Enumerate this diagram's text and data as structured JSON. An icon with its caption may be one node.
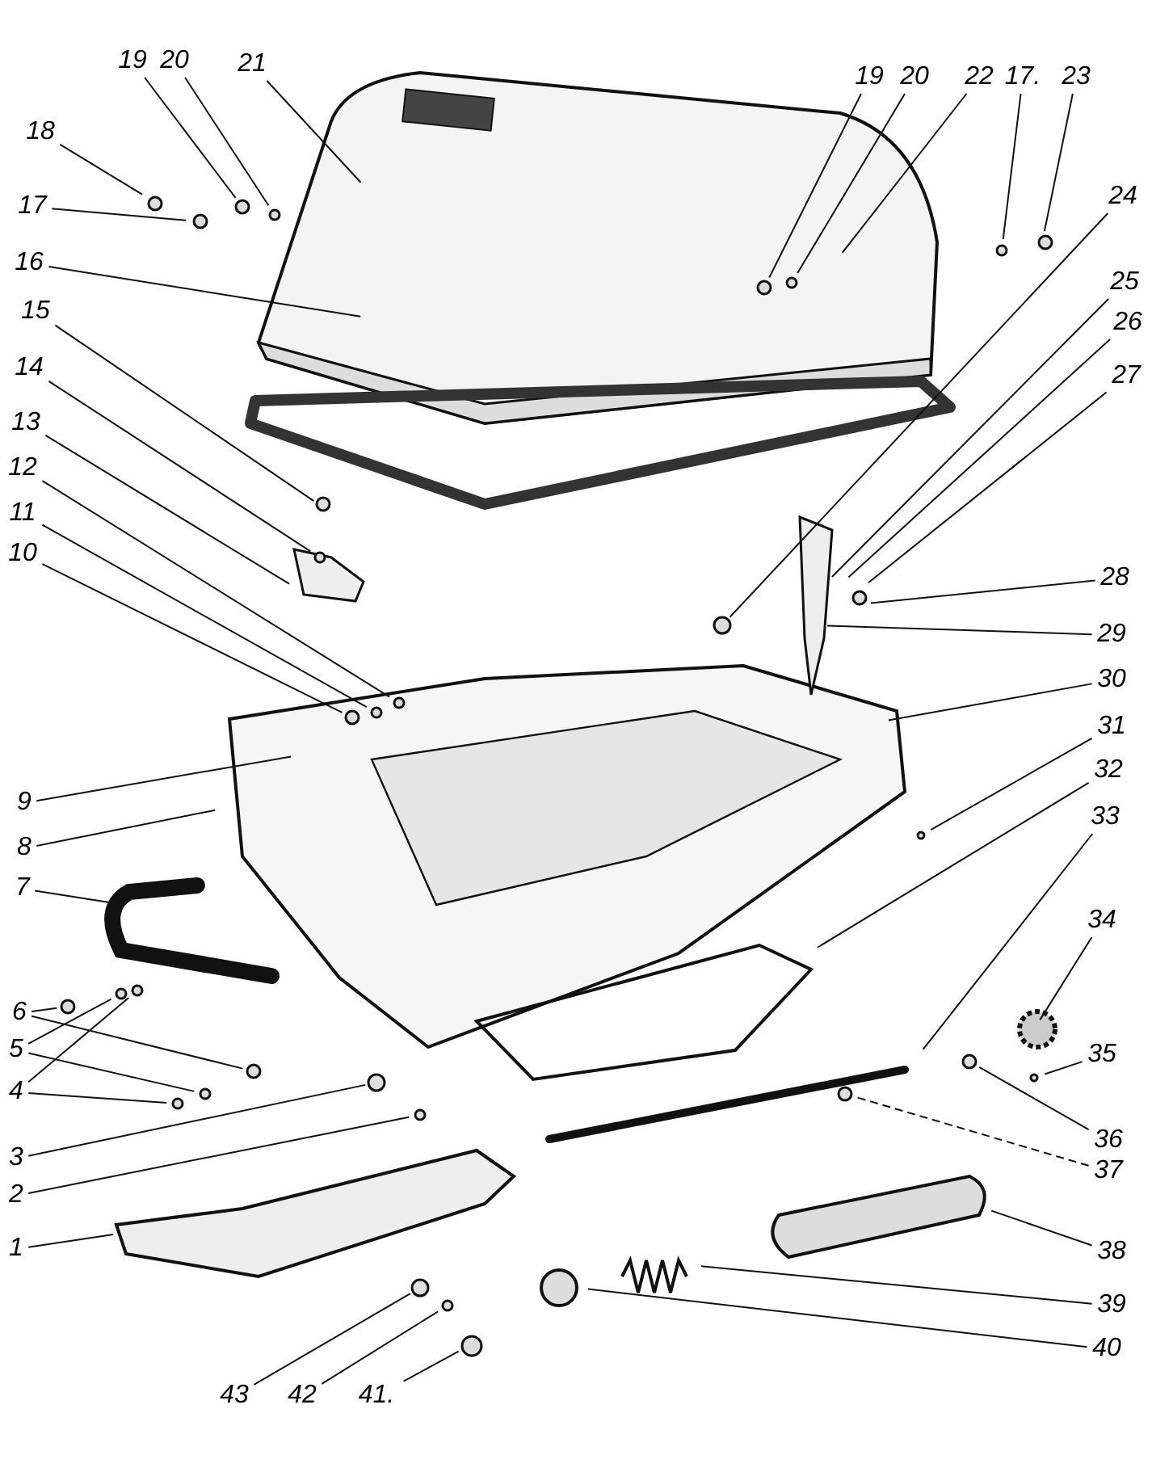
{
  "diagram": {
    "nodes": [
      {
        "text": [
          "19"
        ]
      },
      {
        "text": [
          "20"
        ]
      },
      {
        "text": [
          "21"
        ]
      },
      {
        "text": [
          "19"
        ]
      },
      {
        "text": [
          "20"
        ]
      },
      {
        "text": [
          "22"
        ]
      },
      {
        "text": [
          "17."
        ]
      },
      {
        "text": [
          "23"
        ]
      },
      {
        "text": [
          "18"
        ]
      },
      {
        "text": [
          "17"
        ]
      },
      {
        "text": [
          "24"
        ]
      },
      {
        "text": [
          "16"
        ]
      },
      {
        "text": [
          "25"
        ]
      },
      {
        "text": [
          "26"
        ]
      },
      {
        "text": [
          "15"
        ]
      },
      {
        "text": [
          "14"
        ]
      },
      {
        "text": [
          "27"
        ]
      },
      {
        "text": [
          "13"
        ]
      },
      {
        "text": [
          "12"
        ]
      },
      {
        "text": [
          "11"
        ]
      },
      {
        "text": [
          "10"
        ]
      },
      {
        "text": [
          "28"
        ]
      },
      {
        "text": [
          "29"
        ]
      },
      {
        "text": [
          "30"
        ]
      },
      {
        "text": [
          "31"
        ]
      },
      {
        "text": [
          "32"
        ]
      },
      {
        "text": [
          "9"
        ]
      },
      {
        "text": [
          "33"
        ]
      },
      {
        "text": [
          "8"
        ]
      },
      {
        "text": [
          "7"
        ]
      },
      {
        "text": [
          "34"
        ]
      },
      {
        "text": [
          "6"
        ]
      },
      {
        "text": [
          "5"
        ]
      },
      {
        "text": [
          "35"
        ]
      },
      {
        "text": [
          "4"
        ]
      },
      {
        "text": [
          "36"
        ]
      },
      {
        "text": [
          "37"
        ]
      },
      {
        "text": [
          "3"
        ]
      },
      {
        "text": [
          "2"
        ]
      },
      {
        "text": [
          "1"
        ]
      },
      {
        "text": [
          "38"
        ]
      },
      {
        "text": [
          "39"
        ]
      },
      {
        "text": [
          "40"
        ]
      },
      {
        "text": [
          "43"
        ]
      },
      {
        "text": [
          "42"
        ]
      },
      {
        "text": [
          "41."
        ]
      },
      {
        "text": [],
        "shape": "picture"
      }
    ],
    "edges": [
      {
        "from": 0,
        "to": 46,
        "arrow": "none"
      },
      {
        "from": 1,
        "to": 46,
        "arrow": "none"
      },
      {
        "from": 2,
        "to": 46,
        "arrow": "none"
      },
      {
        "from": 3,
        "to": 46,
        "arrow": "none"
      },
      {
        "from": 4,
        "to": 46,
        "arrow": "none"
      },
      {
        "from": 5,
        "to": 46,
        "arrow": "none"
      },
      {
        "from": 6,
        "to": 46,
        "arrow": "none"
      },
      {
        "from": 7,
        "to": 46,
        "arrow": "none"
      },
      {
        "from": 8,
        "to": 46,
        "arrow": "none"
      },
      {
        "from": 9,
        "to": 46,
        "arrow": "none"
      },
      {
        "from": 10,
        "to": 46,
        "arrow": "none"
      },
      {
        "from": 11,
        "to": 46,
        "arrow": "none"
      },
      {
        "from": 12,
        "to": 46,
        "arrow": "none"
      },
      {
        "from": 13,
        "to": 46,
        "arrow": "none"
      },
      {
        "from": 14,
        "to": 46,
        "arrow": "none"
      },
      {
        "from": 15,
        "to": 46,
        "arrow": "none"
      },
      {
        "from": 16,
        "to": 46,
        "arrow": "none"
      },
      {
        "from": 17,
        "to": 46,
        "arrow": "none"
      },
      {
        "from": 18,
        "to": 46,
        "arrow": "none"
      },
      {
        "from": 19,
        "to": 46,
        "arrow": "none"
      },
      {
        "from": 20,
        "to": 46,
        "arrow": "none"
      },
      {
        "from": 21,
        "to": 46,
        "arrow": "none"
      },
      {
        "from": 22,
        "to": 46,
        "arrow": "none"
      },
      {
        "from": 23,
        "to": 46,
        "arrow": "none"
      },
      {
        "from": 24,
        "to": 46,
        "arrow": "none"
      },
      {
        "from": 25,
        "to": 46,
        "arrow": "none"
      },
      {
        "from": 26,
        "to": 46,
        "arrow": "none"
      },
      {
        "from": 27,
        "to": 46,
        "arrow": "none"
      },
      {
        "from": 28,
        "to": 46,
        "arrow": "none"
      },
      {
        "from": 29,
        "to": 46,
        "arrow": "none"
      },
      {
        "from": 30,
        "to": 46,
        "arrow": "none"
      },
      {
        "from": 31,
        "to": 46,
        "arrow": "none"
      },
      {
        "from": 31,
        "to": 46,
        "arrow": "none"
      },
      {
        "from": 32,
        "to": 46,
        "arrow": "none"
      },
      {
        "from": 32,
        "to": 46,
        "arrow": "none"
      },
      {
        "from": 33,
        "to": 46,
        "arrow": "none"
      },
      {
        "from": 34,
        "to": 46,
        "arrow": "none"
      },
      {
        "from": 34,
        "to": 46,
        "arrow": "none"
      },
      {
        "from": 35,
        "to": 46,
        "arrow": "none"
      },
      {
        "from": 36,
        "to": 46,
        "arrow": "none",
        "style": "dashed"
      },
      {
        "from": 37,
        "to": 46,
        "arrow": "none"
      },
      {
        "from": 38,
        "to": 46,
        "arrow": "none"
      },
      {
        "from": 39,
        "to": 46,
        "arrow": "none"
      },
      {
        "from": 40,
        "to": 46,
        "arrow": "none"
      },
      {
        "from": 41,
        "to": 46,
        "arrow": "none"
      },
      {
        "from": 42,
        "to": 46,
        "arrow": "none"
      },
      {
        "from": 43,
        "to": 46,
        "arrow": "none"
      },
      {
        "from": 44,
        "to": 46,
        "arrow": "none"
      },
      {
        "from": 45,
        "to": 46,
        "arrow": "none"
      }
    ]
  }
}
